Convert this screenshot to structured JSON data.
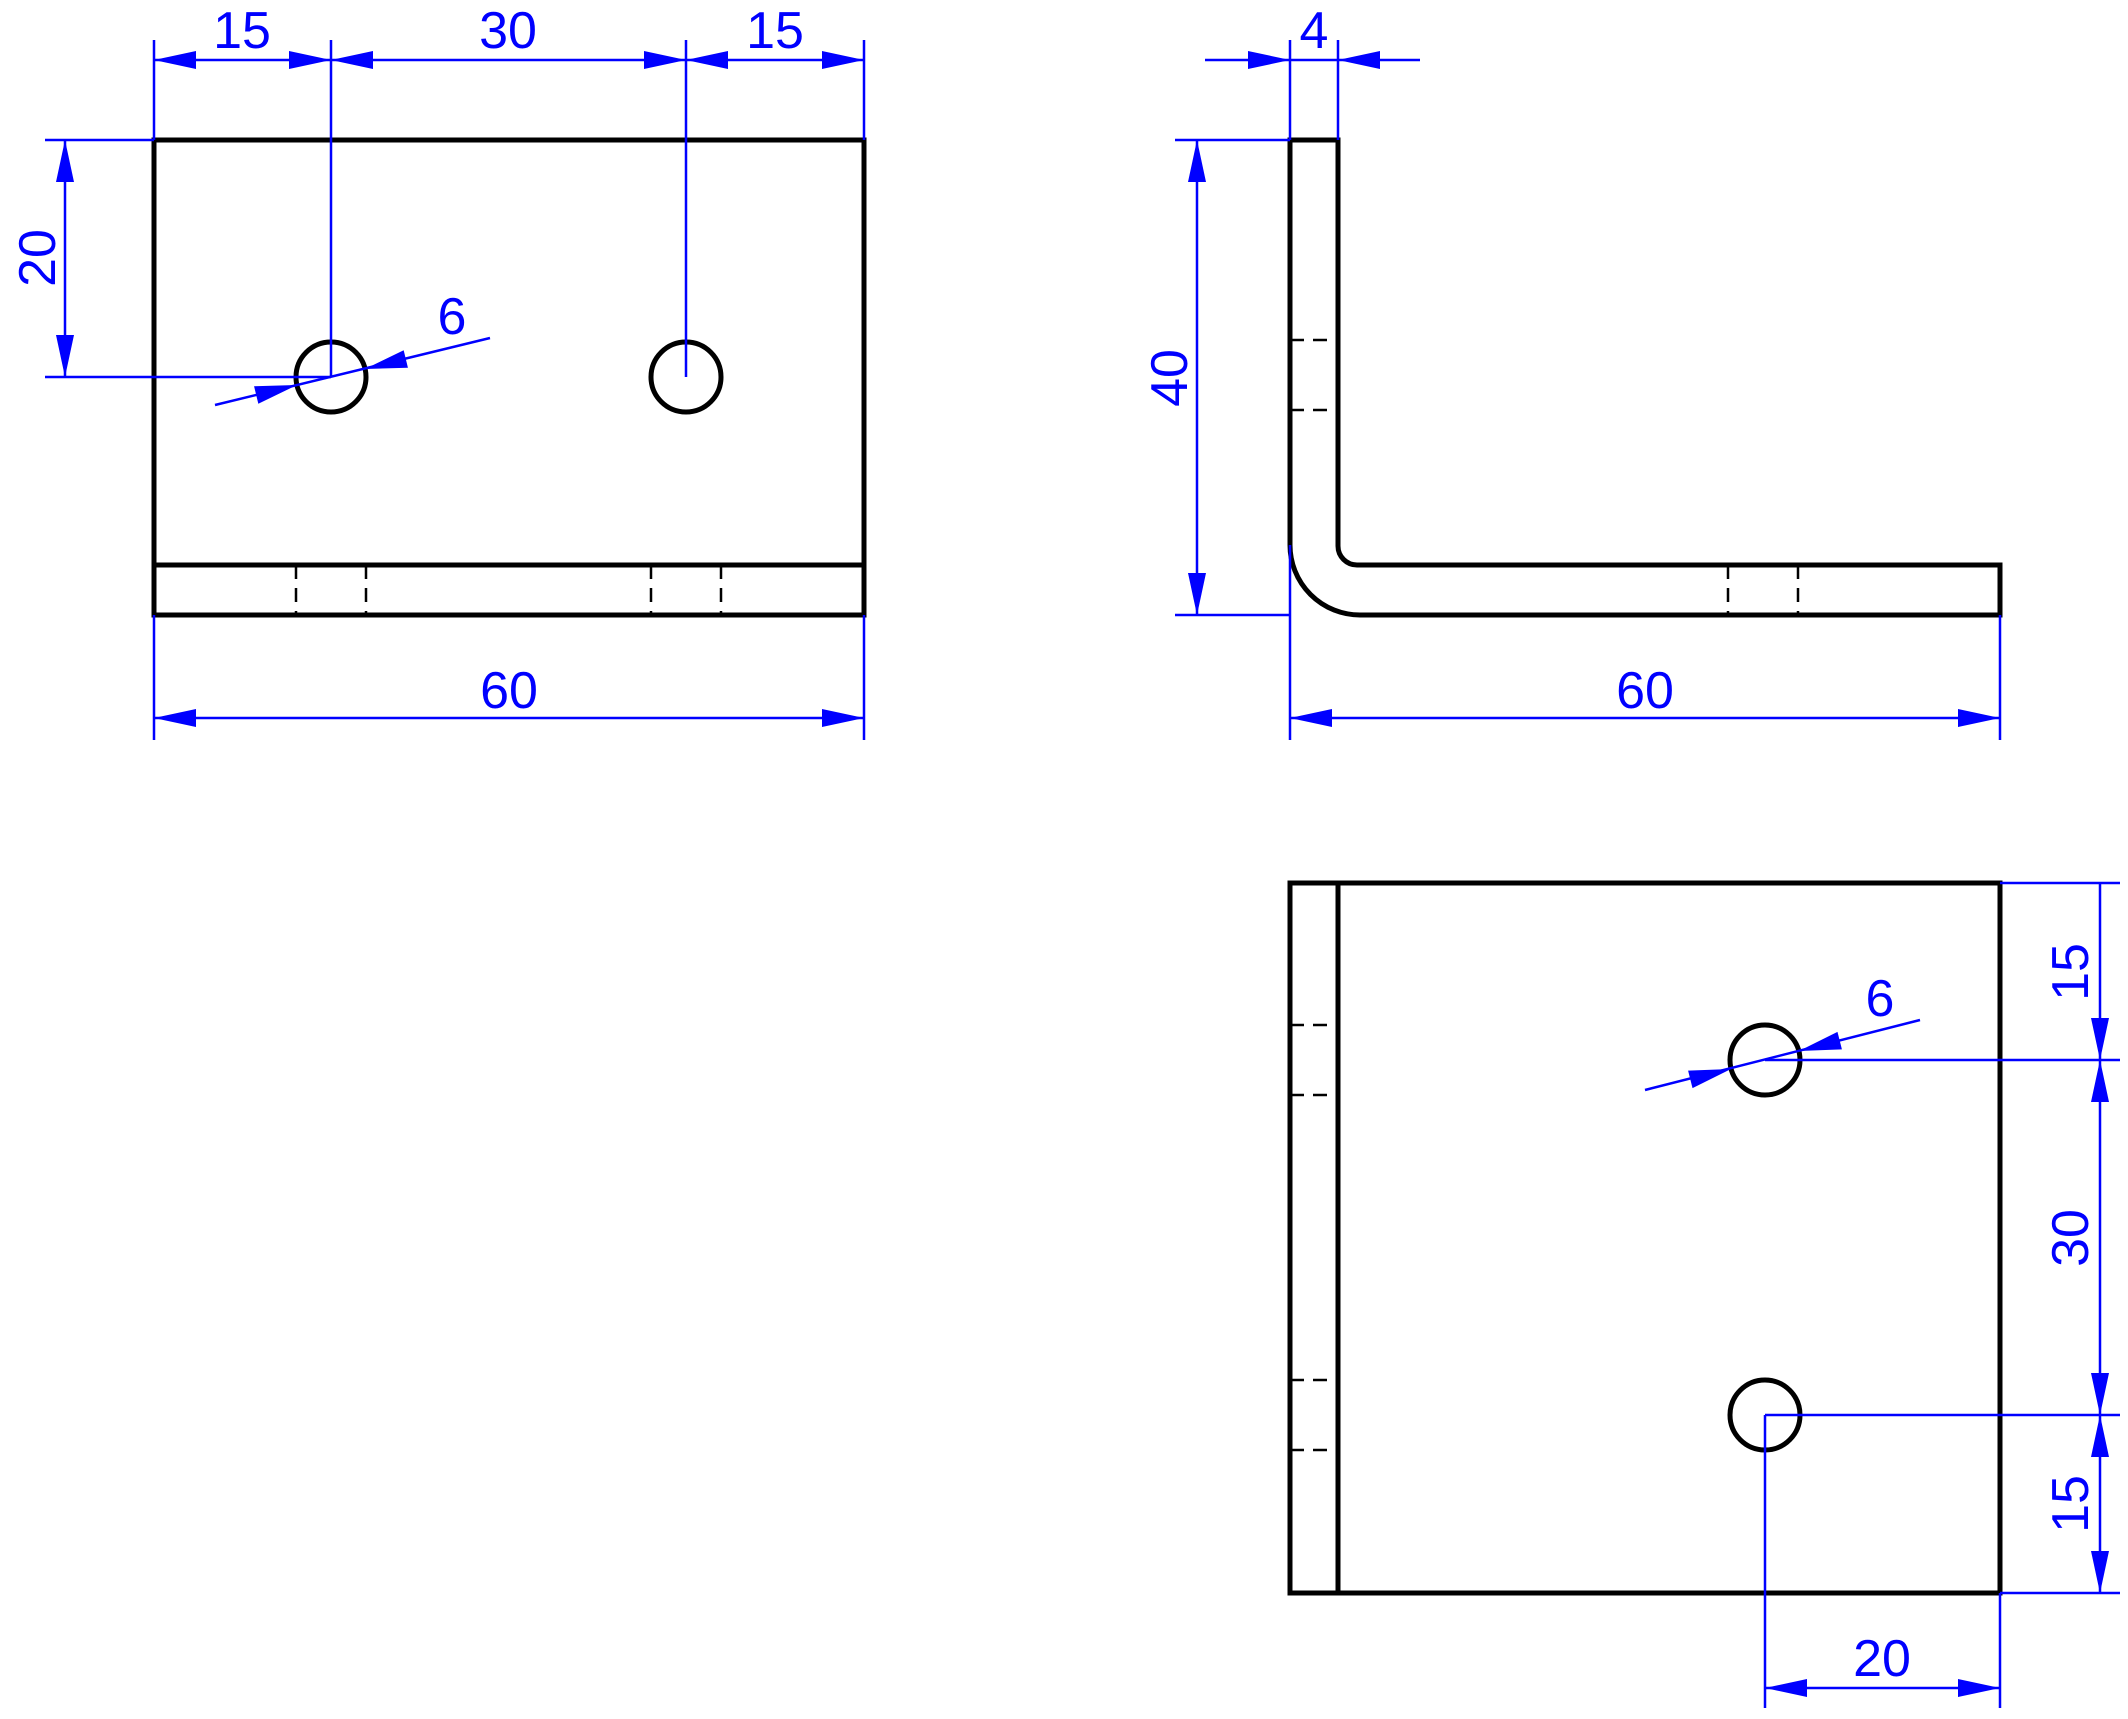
{
  "colors": {
    "object": "#000000",
    "dimension": "#0000ff",
    "background": "#ffffff"
  },
  "views": {
    "front": {
      "dims": {
        "left_offset": "15",
        "hole_spacing": "30",
        "right_offset": "15",
        "hole_height": "20",
        "hole_dia": "6",
        "width": "60"
      }
    },
    "side": {
      "dims": {
        "thickness": "4",
        "height": "40",
        "length": "60"
      }
    },
    "top": {
      "dims": {
        "top_offset": "15",
        "hole_spacing": "30",
        "bottom_offset": "15",
        "hole_dia": "6",
        "hole_inset": "20"
      }
    }
  }
}
